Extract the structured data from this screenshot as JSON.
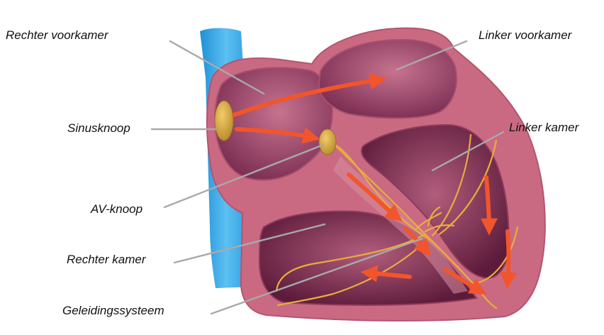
{
  "labels": {
    "rechter_voorkamer": "Rechter voorkamer",
    "sinusknoop": "Sinusknoop",
    "av_knoop": "AV-knoop",
    "rechter_kamer": "Rechter kamer",
    "geleidingssysteem": "Geleidingssysteem",
    "linker_voorkamer": "Linker voorkamer",
    "linker_kamer": "Linker kamer"
  },
  "colors": {
    "vessel": "#3aa9e6",
    "heart_wall": "#c8687f",
    "heart_wall_light": "#dd94a3",
    "chamber": "#6e2446",
    "chamber_light": "#a6506f",
    "node": "#d8a640",
    "conduction": "#e9ad3c",
    "arrow": "#f2552b",
    "leader_line": "#a9a9a9"
  }
}
